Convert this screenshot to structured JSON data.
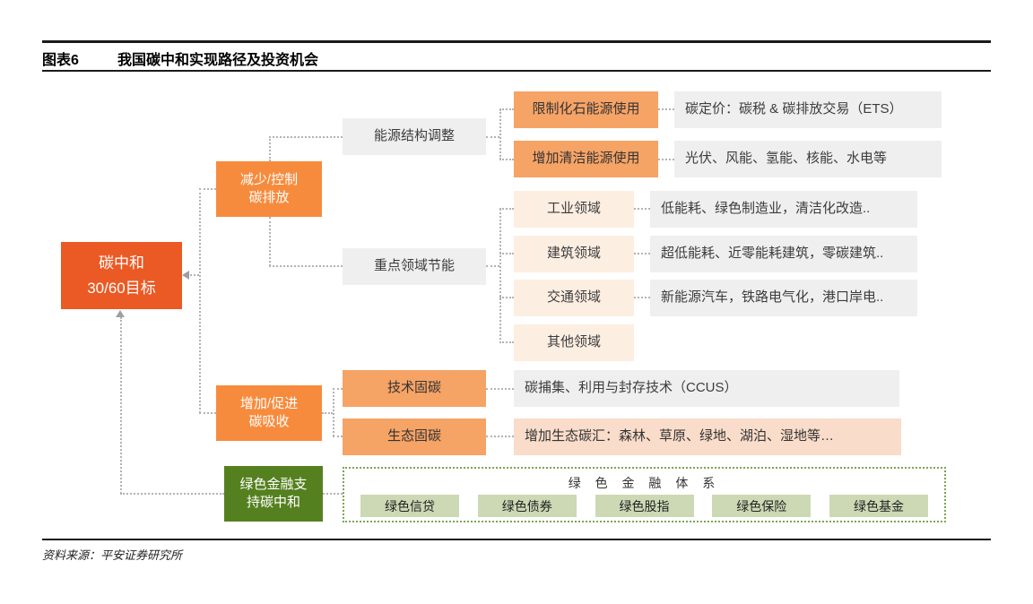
{
  "header": {
    "chart_label": "图表6",
    "title": "我国碳中和实现路径及投资机会"
  },
  "footer": {
    "source": "资料来源：平安证券研究所"
  },
  "colors": {
    "root_orange": "#EB5A24",
    "branch_orange": "#F78B3D",
    "mid_orange": "#F6A366",
    "light_peach": "#FDEEE2",
    "light_pink": "#F9DCCA",
    "box_gray": "#EFEFEF",
    "dark_green": "#55801F",
    "light_green": "#CCD9B4",
    "dashed_border_green": "#79A652",
    "connector_gray": "#B3B3B3"
  },
  "tree": {
    "root": {
      "line1": "碳中和",
      "line2": "30/60目标"
    },
    "reduce": {
      "line1": "减少/控制",
      "line2": "碳排放"
    },
    "increase": {
      "line1": "增加/促进",
      "line2": "碳吸收"
    },
    "green": {
      "line1": "绿色金融支",
      "line2": "持碳中和"
    },
    "energy_structure": "能源结构调整",
    "key_sectors": "重点领域节能",
    "limit_fossil": "限制化石能源使用",
    "add_clean": "增加清洁能源使用",
    "carbon_pricing": "碳定价：碳税 & 碳排放交易（ETS）",
    "clean_sources": "光伏、风能、氢能、核能、水电等",
    "sectors": [
      {
        "label": "工业领域",
        "detail": "低能耗、绿色制造业，清洁化改造.."
      },
      {
        "label": "建筑领域",
        "detail": "超低能耗、近零能耗建筑，零碳建筑.."
      },
      {
        "label": "交通领域",
        "detail": "新能源汽车，铁路电气化，港口岸电.."
      },
      {
        "label": "其他领域",
        "detail": ""
      }
    ],
    "tech_sink": "技术固碳",
    "eco_sink": "生态固碳",
    "ccus": "碳捕集、利用与封存技术（CCUS）",
    "eco_detail": "增加生态碳汇：森林、草原、绿地、湖泊、湿地等…",
    "green_finance": {
      "title": "绿 色 金 融 体 系",
      "items": [
        "绿色信贷",
        "绿色债券",
        "绿色股指",
        "绿色保险",
        "绿色基金"
      ]
    }
  }
}
